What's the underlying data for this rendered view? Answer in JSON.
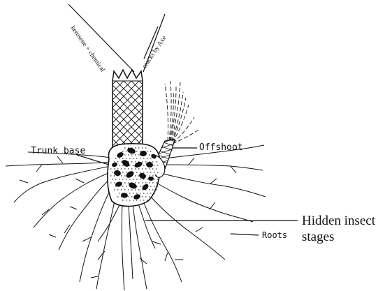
{
  "labels": {
    "kerosene_chemical": "kerosene + chemical",
    "cracks_by_axe": "cracks by Axe",
    "trunk_base": "Trunk base",
    "offshoot": "Offshoot",
    "roots": "Roots",
    "hidden_insect_stages_line1": "Hidden insect",
    "hidden_insect_stages_line2": "stages"
  },
  "colors": {
    "ink": "#111111",
    "background": "#ffffff"
  },
  "icons": {
    "trunk": "crosshatched-trunk",
    "offshoot": "small-crosshatched-shoot",
    "roots": "branching-root-lines",
    "insect_stages": "dark-oval-blobs"
  }
}
